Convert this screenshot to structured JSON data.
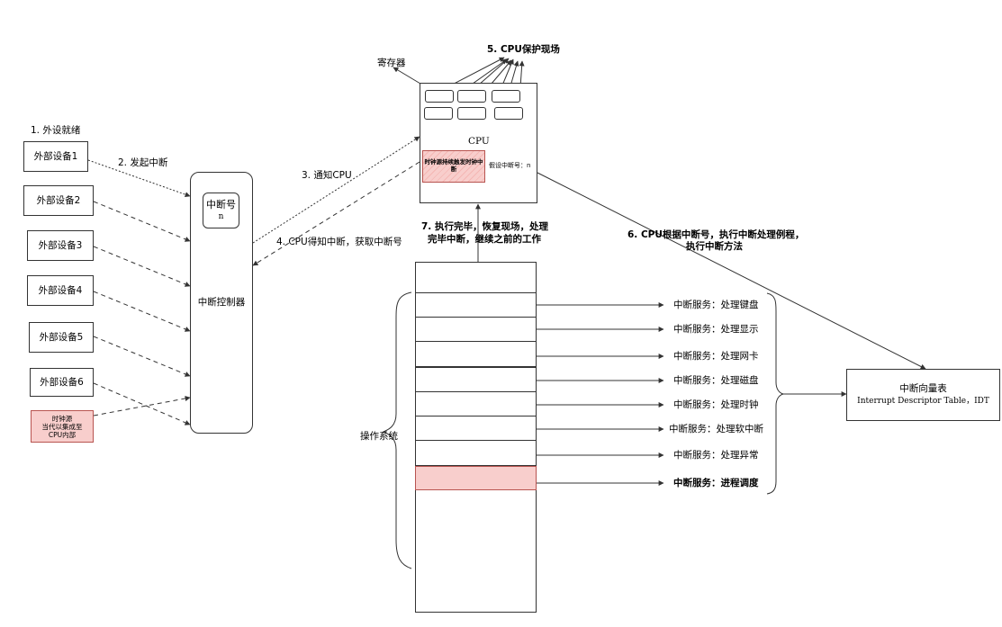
{
  "devices": [
    "外部设备1",
    "外部设备2",
    "外部设备3",
    "外部设备4",
    "外部设备5",
    "外部设备6"
  ],
  "clock_source": "时钟源\n当代以集成至\nCPU内部",
  "controller": {
    "label": "中断控制器",
    "number_title": "中断号",
    "number_value": "n"
  },
  "steps": {
    "s1": "1. 外设就绪",
    "s2": "2. 发起中断",
    "s3": "3. 通知CPU",
    "s4": "4. CPU得知中断，获取中断号",
    "s5": "5. CPU保护现场",
    "s6_line1": "6. CPU根据中断号，执行中断处理例程，",
    "s6_line2": "执行中断方法",
    "s7_line1": "7. 执行完毕，恢复现场，处理",
    "s7_line2": "完毕中断，继续之前的工作"
  },
  "cpu": {
    "label": "CPU",
    "register_label": "寄存器",
    "clock_box": "时钟源持续触发时钟中断",
    "assumed_number": "假设中断号：n"
  },
  "os_label": "操作系统",
  "services": [
    "中断服务：处理键盘",
    "中断服务：处理显示",
    "中断服务：处理网卡",
    "中断服务：处理磁盘",
    "中断服务：处理时钟",
    "中断服务：处理软中断",
    "中断服务：处理异常",
    "中断服务：进程调度"
  ],
  "idt": {
    "title": "中断向量表",
    "subtitle": "Interrupt Descriptor Table，IDT"
  },
  "colors": {
    "highlight_fill": "#f8cecc",
    "highlight_border": "#b85450",
    "line": "#333333"
  }
}
